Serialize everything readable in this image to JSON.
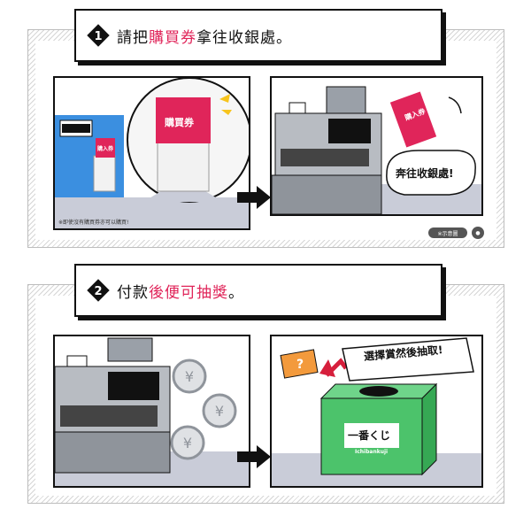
{
  "step1": {
    "text_before": "請把",
    "text_highlight": "購買券",
    "text_after": "拿往收銀處。",
    "ticket_label": "購買券",
    "ticket_small_label": "購入券",
    "ticket_flying_label": "購入券",
    "speech": "奔往收銀處!",
    "disclaimer": "※即使沒有購買券亦可以購買!",
    "badge_pill": "※示意圖",
    "badge_circle": "●"
  },
  "step2": {
    "text_before": "付款",
    "text_highlight": "後便可抽獎",
    "text_after": "。",
    "speech": "選擇賞然後抽取!",
    "question": "?",
    "box_logo": "一番くじ",
    "box_sub": "Ichibankuji"
  },
  "colors": {
    "accent": "#e0255a",
    "ticket": "#e0255a",
    "box_green": "#4cc36b",
    "orange_card": "#f39a3c",
    "blue_bg": "#3b8fe0",
    "floor": "#c9ccd8"
  },
  "icons": [
    "step-1-icon",
    "step-2-icon",
    "arrow-right-icon",
    "cash-register-icon",
    "yen-coin-icon"
  ]
}
